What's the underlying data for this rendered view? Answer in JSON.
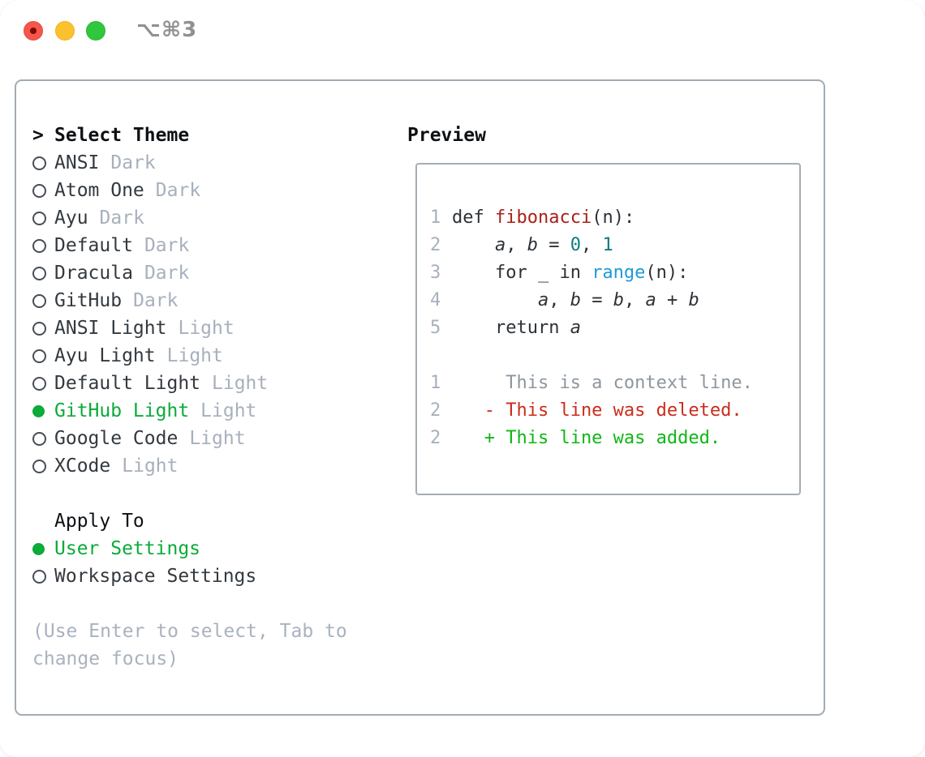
{
  "window": {
    "title": "⌥⌘3",
    "traffic_lights": [
      {
        "name": "close",
        "color": "#f5564c",
        "edited_dot_color": "#7c0c04"
      },
      {
        "name": "minimize",
        "color": "#fcc12f"
      },
      {
        "name": "zoom",
        "color": "#30c73e"
      }
    ]
  },
  "theme_list": {
    "header": {
      "prefix": ">",
      "label": "Select Theme"
    },
    "items": [
      {
        "name": "ANSI",
        "variant": "Dark",
        "selected": false
      },
      {
        "name": "Atom One",
        "variant": "Dark",
        "selected": false
      },
      {
        "name": "Ayu",
        "variant": "Dark",
        "selected": false
      },
      {
        "name": "Default",
        "variant": "Dark",
        "selected": false
      },
      {
        "name": "Dracula",
        "variant": "Dark",
        "selected": false
      },
      {
        "name": "GitHub",
        "variant": "Dark",
        "selected": false
      },
      {
        "name": "ANSI Light",
        "variant": "Light",
        "selected": false
      },
      {
        "name": "Ayu Light",
        "variant": "Light",
        "selected": false
      },
      {
        "name": "Default Light",
        "variant": "Light",
        "selected": false
      },
      {
        "name": "GitHub Light",
        "variant": "Light",
        "selected": true
      },
      {
        "name": "Google Code",
        "variant": "Light",
        "selected": false
      },
      {
        "name": "XCode",
        "variant": "Light",
        "selected": false
      }
    ]
  },
  "apply_to": {
    "title": "Apply To",
    "options": [
      {
        "label": "User Settings",
        "selected": true
      },
      {
        "label": "Workspace Settings",
        "selected": false
      }
    ]
  },
  "help": {
    "line1": "(Use Enter to select, Tab to",
    "line2": "change focus)"
  },
  "preview": {
    "title": "Preview",
    "lines": [
      {
        "num": "1",
        "segs": [
          {
            "t": "def ",
            "c": "d"
          },
          {
            "t": "fibonacci",
            "c": "fn"
          },
          {
            "t": "(n):",
            "c": "d"
          }
        ]
      },
      {
        "num": "2",
        "segs": [
          {
            "t": "    ",
            "c": "d"
          },
          {
            "t": "a",
            "c": "v"
          },
          {
            "t": ", ",
            "c": "d"
          },
          {
            "t": "b",
            "c": "v"
          },
          {
            "t": " = ",
            "c": "d"
          },
          {
            "t": "0",
            "c": "num"
          },
          {
            "t": ", ",
            "c": "d"
          },
          {
            "t": "1",
            "c": "num"
          }
        ]
      },
      {
        "num": "3",
        "segs": [
          {
            "t": "    for _ in ",
            "c": "d"
          },
          {
            "t": "range",
            "c": "fn2"
          },
          {
            "t": "(n):",
            "c": "d"
          }
        ]
      },
      {
        "num": "4",
        "segs": [
          {
            "t": "        ",
            "c": "d"
          },
          {
            "t": "a",
            "c": "v"
          },
          {
            "t": ", ",
            "c": "d"
          },
          {
            "t": "b",
            "c": "v"
          },
          {
            "t": " = ",
            "c": "d"
          },
          {
            "t": "b",
            "c": "v"
          },
          {
            "t": ", ",
            "c": "d"
          },
          {
            "t": "a",
            "c": "v"
          },
          {
            "t": " + ",
            "c": "d"
          },
          {
            "t": "b",
            "c": "v"
          }
        ]
      },
      {
        "num": "5",
        "segs": [
          {
            "t": "    return ",
            "c": "d"
          },
          {
            "t": "a",
            "c": "v"
          }
        ]
      },
      {
        "num": "",
        "segs": []
      },
      {
        "num": "1",
        "segs": [
          {
            "t": "     This is a context line.",
            "c": "ctx"
          }
        ]
      },
      {
        "num": "2",
        "segs": [
          {
            "t": "   - This line was deleted.",
            "c": "del"
          }
        ]
      },
      {
        "num": "2",
        "segs": [
          {
            "t": "   + This line was added.",
            "c": "add"
          }
        ]
      }
    ]
  },
  "colors": {
    "selected-green": "#0aab39",
    "diff-added-green": "#0fb715",
    "diff-deleted-red": "#cb2d1c",
    "function-red": "#a92119",
    "literal-teal": "#0b7b80",
    "call-blue": "#1f9bd7",
    "muted-gray": "#a7b0bd",
    "panel-border": "#a2abb4"
  }
}
